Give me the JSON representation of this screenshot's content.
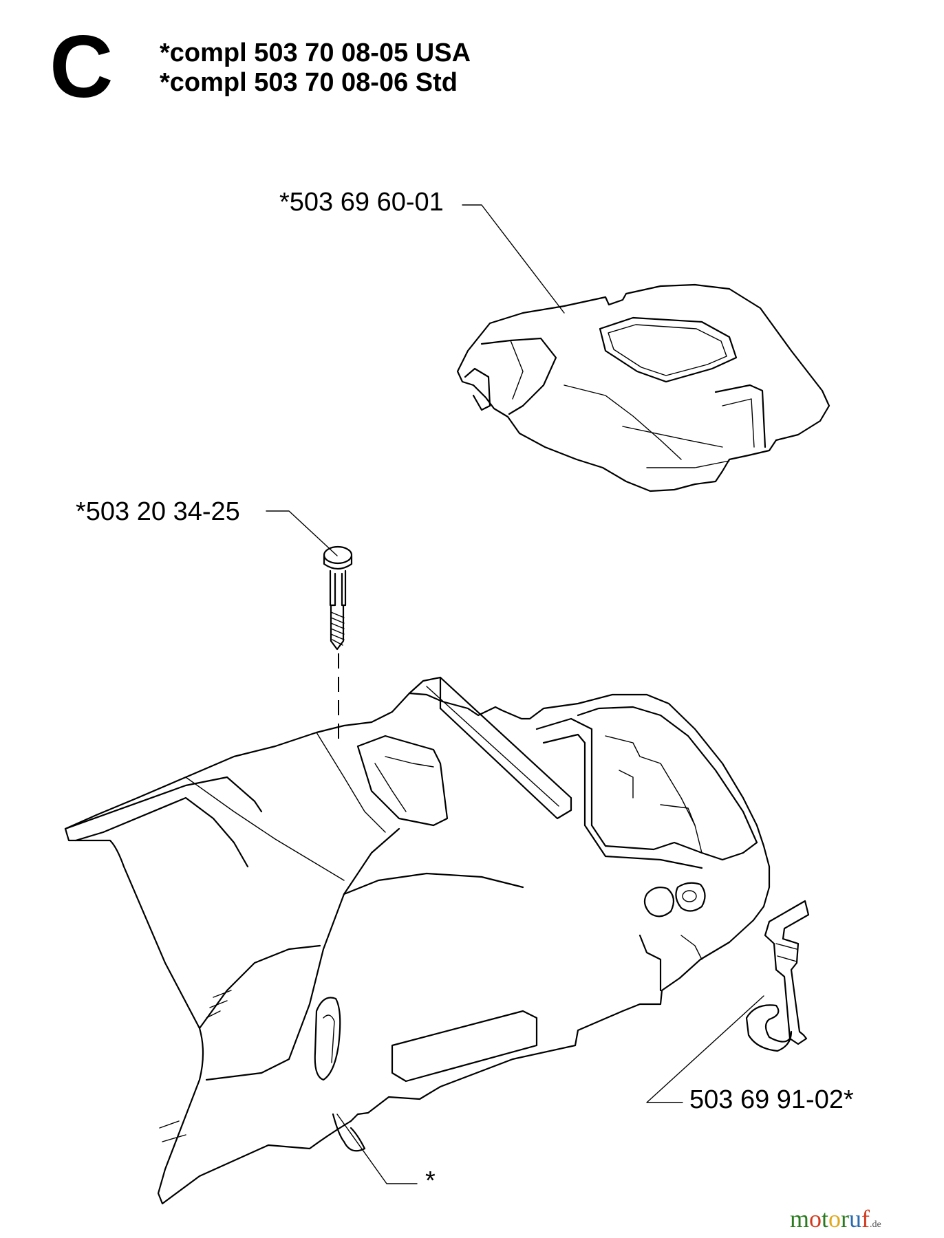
{
  "header": {
    "section_letter": "C",
    "lines": [
      "*compl 503 70 08-05 USA",
      "*compl 503 70 08-06 Std"
    ]
  },
  "callouts": [
    {
      "text": "*503 69 60-01"
    },
    {
      "text": "*503 20 34-25"
    },
    {
      "text": "503 69 91-02*"
    },
    {
      "text": "*"
    }
  ],
  "watermark": {
    "parts": [
      {
        "text": "m",
        "color": "#2a7a1e"
      },
      {
        "text": "o",
        "color": "#d23a1e"
      },
      {
        "text": "t",
        "color": "#2a7a1e"
      },
      {
        "text": "o",
        "color": "#e0a81c"
      },
      {
        "text": "r",
        "color": "#2a7a1e"
      },
      {
        "text": "u",
        "color": "#2a6ab0"
      },
      {
        "text": "f",
        "color": "#d23a1e"
      }
    ],
    "suffix": ".de",
    "suffix_color": "#555555"
  },
  "colors": {
    "ink": "#000000",
    "paper": "#ffffff"
  }
}
